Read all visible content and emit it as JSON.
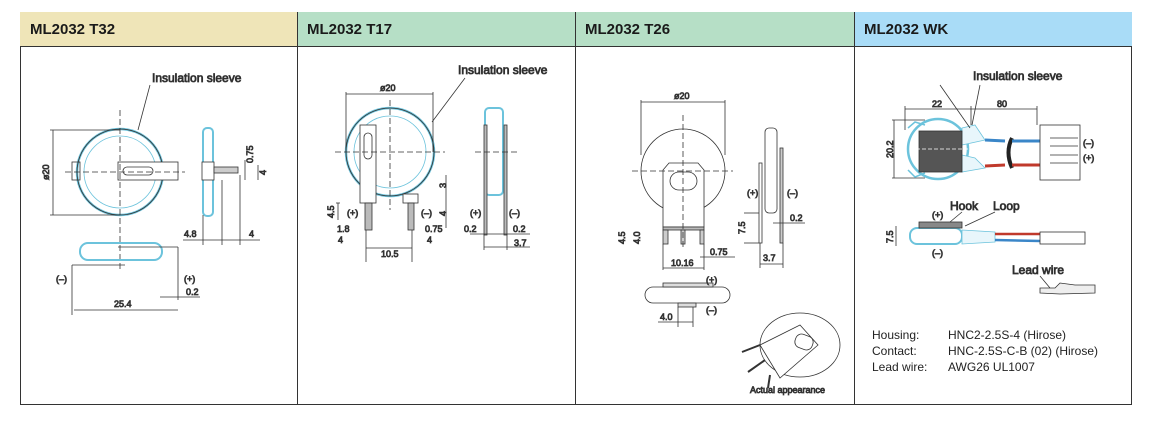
{
  "columns": [
    {
      "title": "ML2032 T32",
      "color": "#efe5b8"
    },
    {
      "title": "ML2032 T17",
      "color": "#b6dfc6"
    },
    {
      "title": "ML2032 T26",
      "color": "#b6dfc6"
    },
    {
      "title": "ML2032 WK",
      "color": "#a9dcf7"
    }
  ],
  "t32": {
    "sleeve": "Insulation sleeve",
    "dia": "ø20",
    "d075": "0.75",
    "d4a": "4",
    "d48": "4.8",
    "d4b": "4",
    "neg": "(–)",
    "pos": "(+)",
    "d02": "0.2",
    "d254": "25.4"
  },
  "t17": {
    "sleeve": "Insulation sleeve",
    "dia": "ø20",
    "d45": "4.5",
    "pos": "(+)",
    "neg": "(–)",
    "d3": "3",
    "d4": "4",
    "d18": "1.8",
    "d075": "0.75",
    "d4l": "4",
    "d4r": "4",
    "d105": "10.5",
    "spos": "(+)",
    "sneg": "(–)",
    "d02l": "0.2",
    "d02r": "0.2",
    "d37": "3.7"
  },
  "t26": {
    "dia": "ø20",
    "d45": "4.5",
    "d40": "4.0",
    "d075": "0.75",
    "d1016": "10.16",
    "pos": "(+)",
    "neg": "(–)",
    "d75": "7.5",
    "d02": "0.2",
    "d37": "3.7",
    "bpos": "(+)",
    "bneg": "(–)",
    "d40b": "4.0",
    "actual": "Actual appearance"
  },
  "wk": {
    "sleeve": "Insulation sleeve",
    "d22": "22",
    "d80": "80",
    "d202": "20.2",
    "neg": "(–)",
    "pos": "(+)",
    "hook": "Hook",
    "loop": "Loop",
    "spos": "(+)",
    "sneg": "(–)",
    "d75": "7.5",
    "lead": "Lead wire",
    "specs": [
      {
        "label": "Housing:",
        "value": "HNC2-2.5S-4 (Hirose)"
      },
      {
        "label": "Contact:",
        "value": "HNC-2.5S-C-B (02) (Hirose)"
      },
      {
        "label": "Lead wire:",
        "value": "AWG26 UL1007"
      }
    ]
  }
}
